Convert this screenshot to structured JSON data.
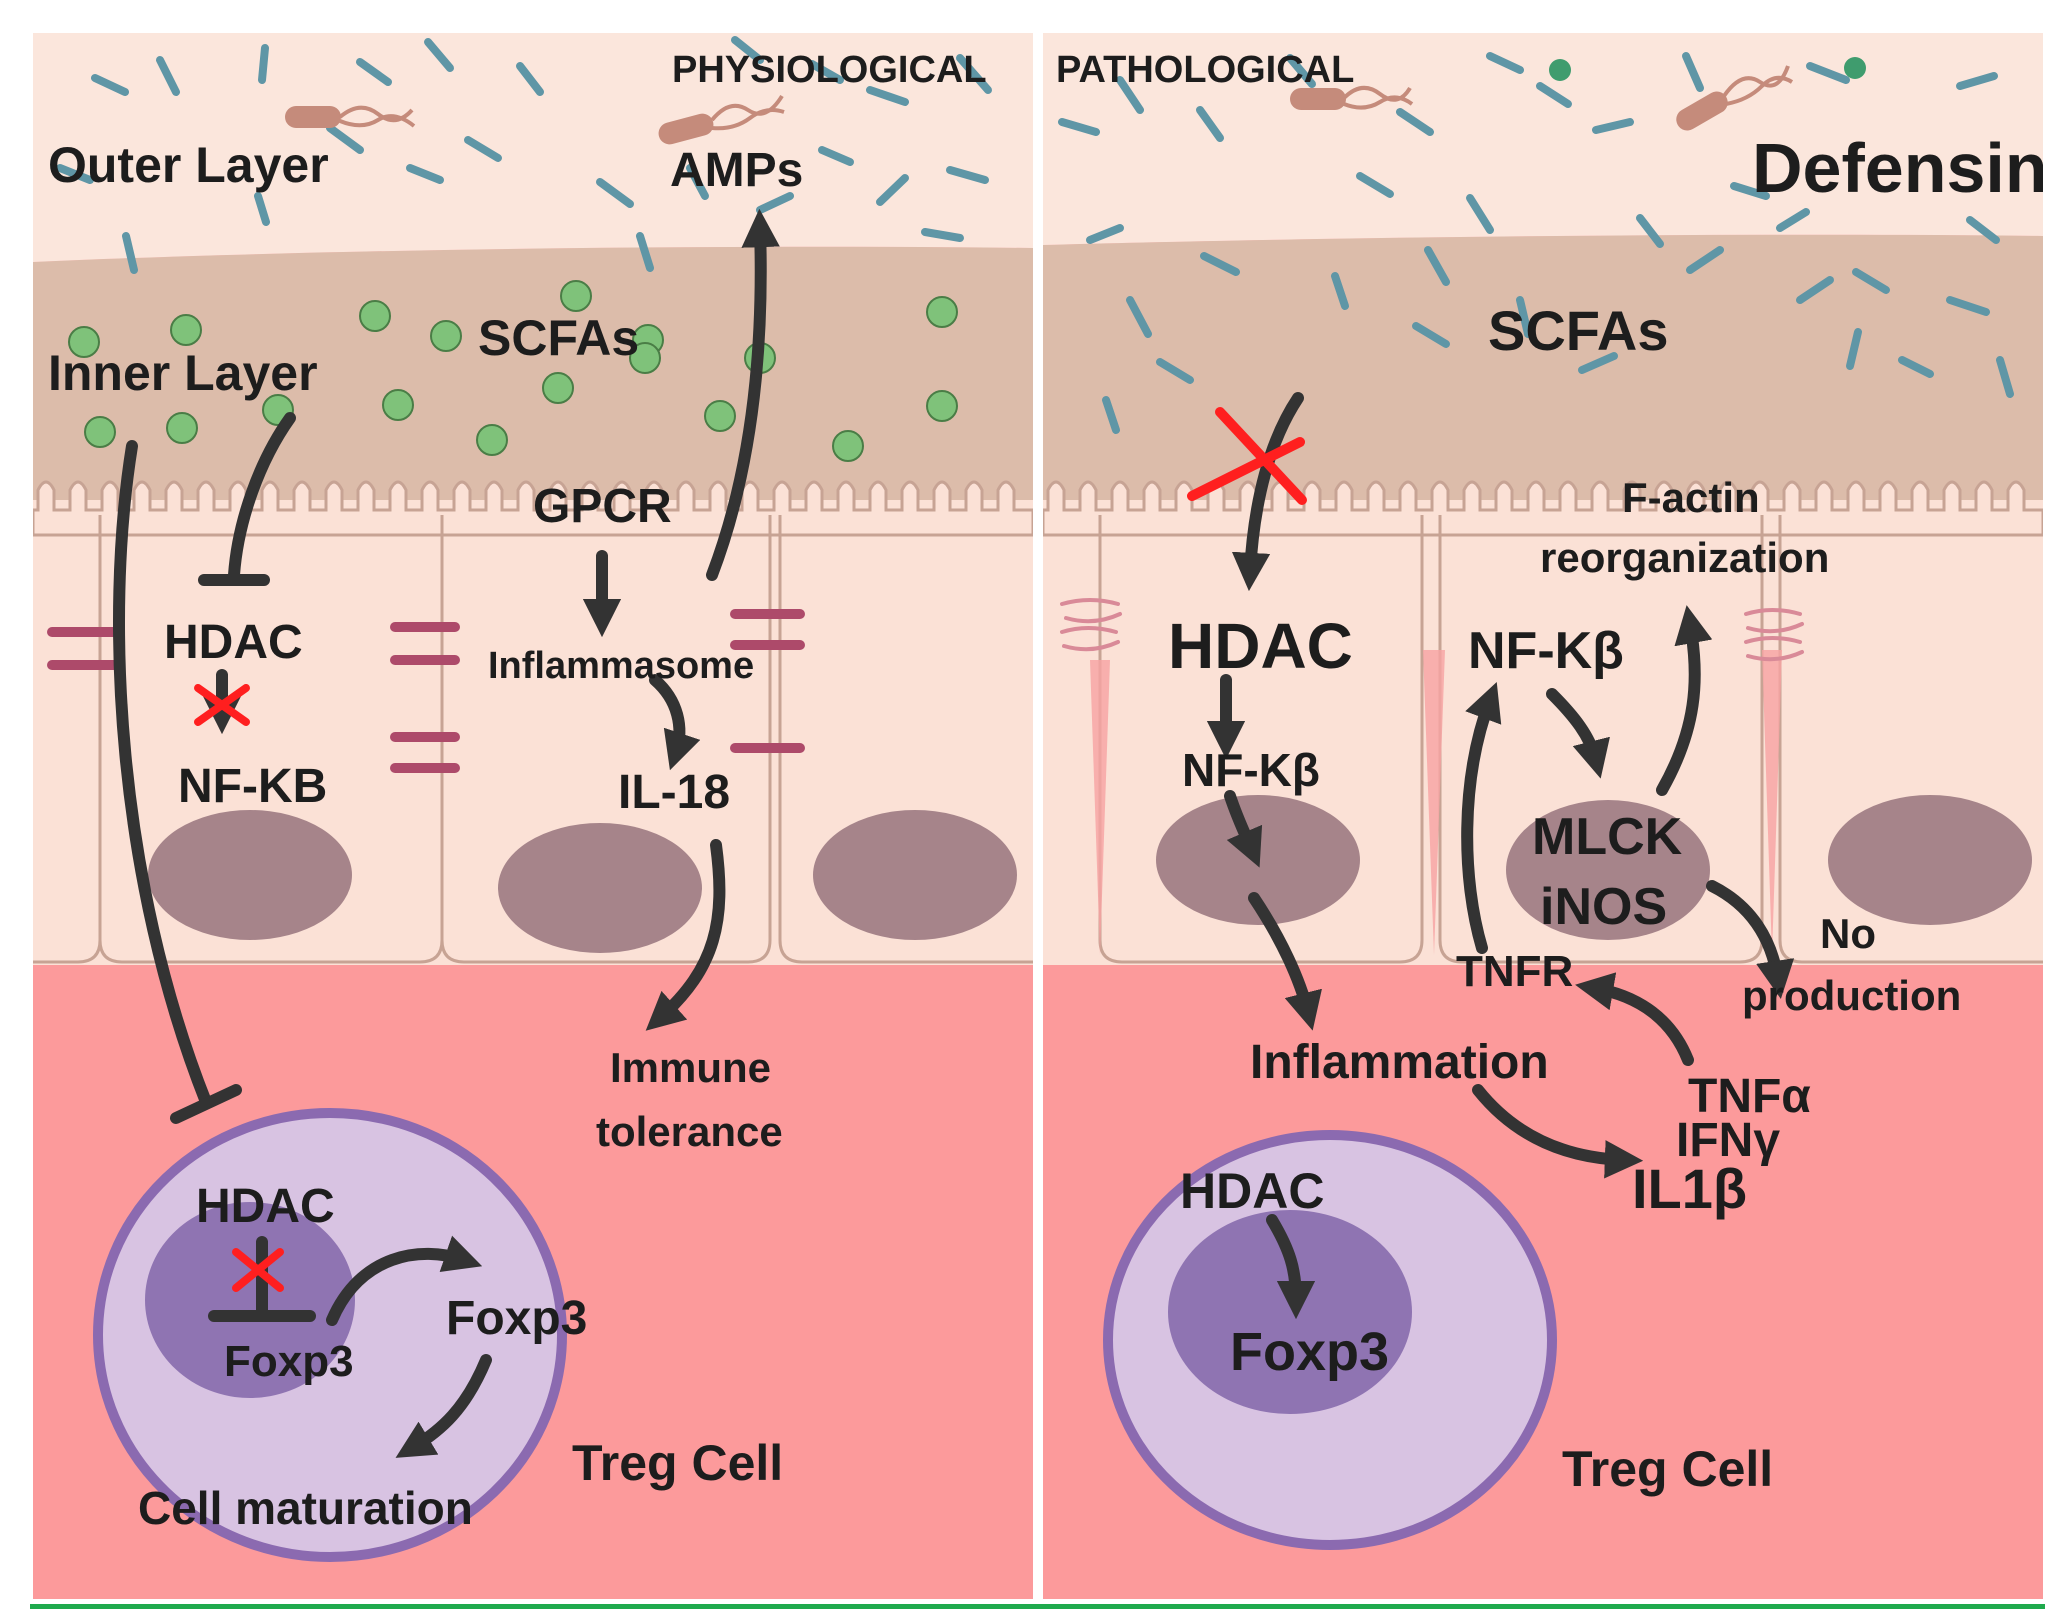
{
  "panels": {
    "physiological": {
      "title": "PHYSIOLOGICAL",
      "labels": {
        "outer_layer": "Outer Layer",
        "inner_layer": "Inner Layer",
        "scfas": "SCFAs",
        "amps": "AMPs",
        "gpcr": "GPCR",
        "hdac_epithelial": "HDAC",
        "nfkb": "NF-KB",
        "inflammasome": "Inflammasome",
        "il18": "IL-18",
        "immune_tolerance_1": "Immune",
        "immune_tolerance_2": "tolerance",
        "hdac_treg": "HDAC",
        "foxp3_nucleus": "Foxp3",
        "foxp3_out": "Foxp3",
        "cell_maturation": "Cell maturation",
        "treg_cell": "Treg Cell"
      }
    },
    "pathological": {
      "title": "PATHOLOGICAL",
      "labels": {
        "defensin": "Defensin",
        "scfas": "SCFAs",
        "hdac": "HDAC",
        "nfkb_left": "NF-Kβ",
        "nfkb_right": "NF-Kβ",
        "factin_1": "F-actin",
        "factin_2": "reorganization",
        "mlck": "MLCK",
        "inos": "iNOS",
        "no_1": "No",
        "no_2": "production",
        "tnfr": "TNFR",
        "inflammation": "Inflammation",
        "tnfa": "TNFα",
        "ifng": "IFNγ",
        "il1b": "IL1β",
        "hdac_treg": "HDAC",
        "foxp3": "Foxp3",
        "treg_cell": "Treg Cell"
      }
    }
  },
  "colors": {
    "lumen": "#fbe6dc",
    "mucus": "#dcbcaa",
    "epithelium": "#fbe1d6",
    "lamina_propria": "#fc9a9b",
    "bacteria_rod": "#5f96a6",
    "scfa": "#7fc27a",
    "nucleus": "#a6848a",
    "tight_junction": "#ad4a6a",
    "treg_outer": "#d8c3e2",
    "treg_border": "#8b6ab0",
    "treg_nucleus": "#8f74b2",
    "block_mark": "#ff1f1f",
    "divider_line": "#1faa4d"
  }
}
